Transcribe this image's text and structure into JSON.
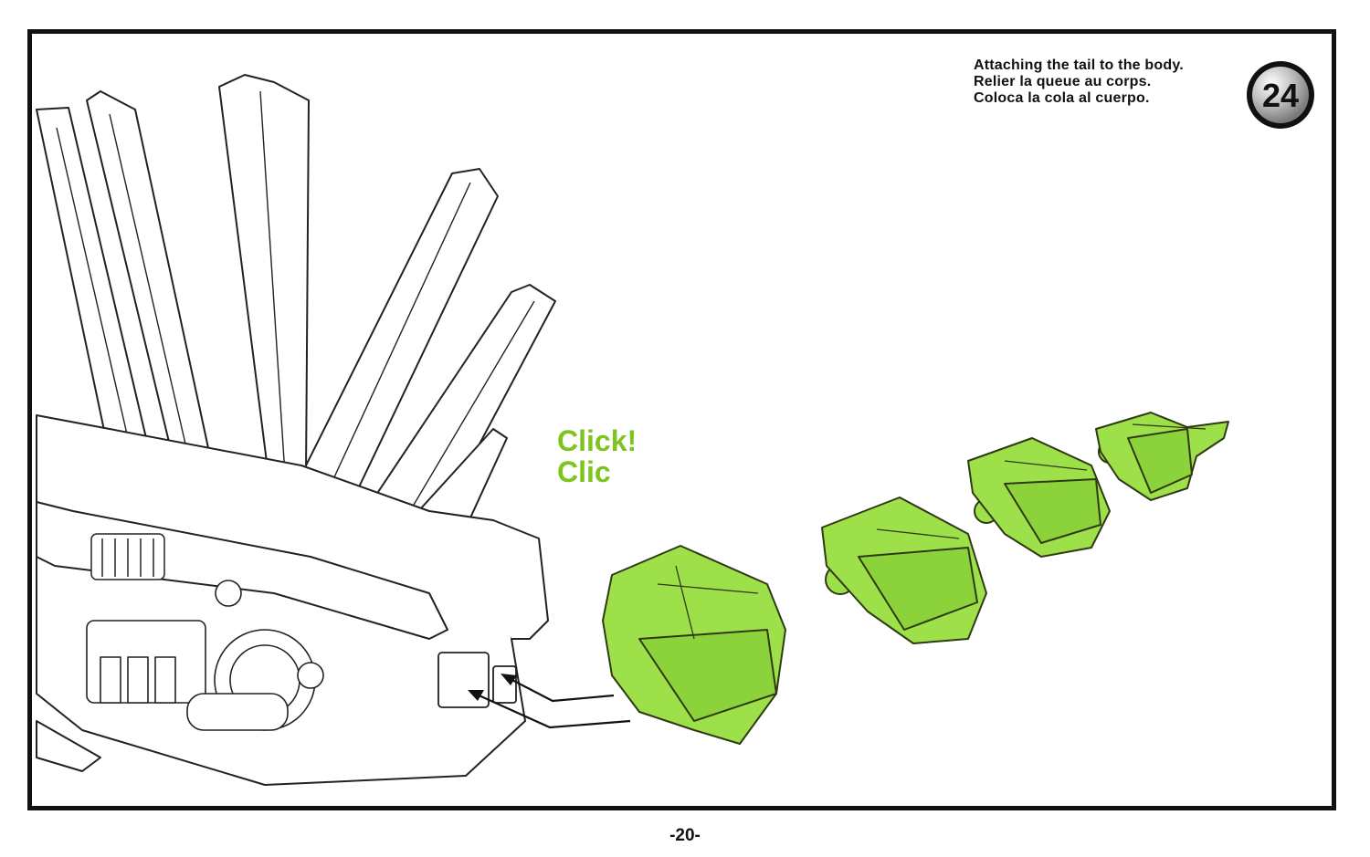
{
  "instructions": {
    "lines": [
      "Attaching the tail to the body.",
      "Relier la queue au corps.",
      "Coloca la cola al cuerpo."
    ]
  },
  "step_number": "24",
  "sound_labels": [
    "Click!",
    "Clic"
  ],
  "page_number": "-20-",
  "colors": {
    "tail_green": "#9ee04a",
    "tail_outline": "#2f3a14",
    "click_text": "#7dc41f",
    "frame": "#111111"
  }
}
